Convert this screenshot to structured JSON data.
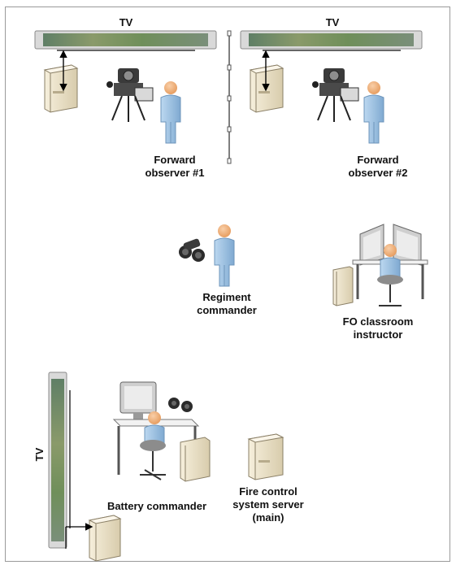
{
  "labels": {
    "tv_top_left": "TV",
    "tv_top_right": "TV",
    "tv_left": "TV",
    "forward_observer_1": "Forward\nobserver #1",
    "forward_observer_2": "Forward\nobserver #2",
    "regiment_commander": "Regiment\ncommander",
    "fo_classroom_instructor": "FO classroom\ninstructor",
    "battery_commander": "Battery commander",
    "fire_control_server": "Fire control\nsystem server\n(main)"
  },
  "colors": {
    "person_skin": "#f4b183",
    "person_body": "#9dc3e6",
    "computer_case": "#efe6cf",
    "screen_frame": "#c0c0c0",
    "tv_picture": "#6f8f5a"
  },
  "icons": [
    "tv-icon",
    "computer-tower-icon",
    "person-icon",
    "camera-tripod-icon",
    "binoculars-icon",
    "workstation-icon",
    "partition-icon"
  ]
}
